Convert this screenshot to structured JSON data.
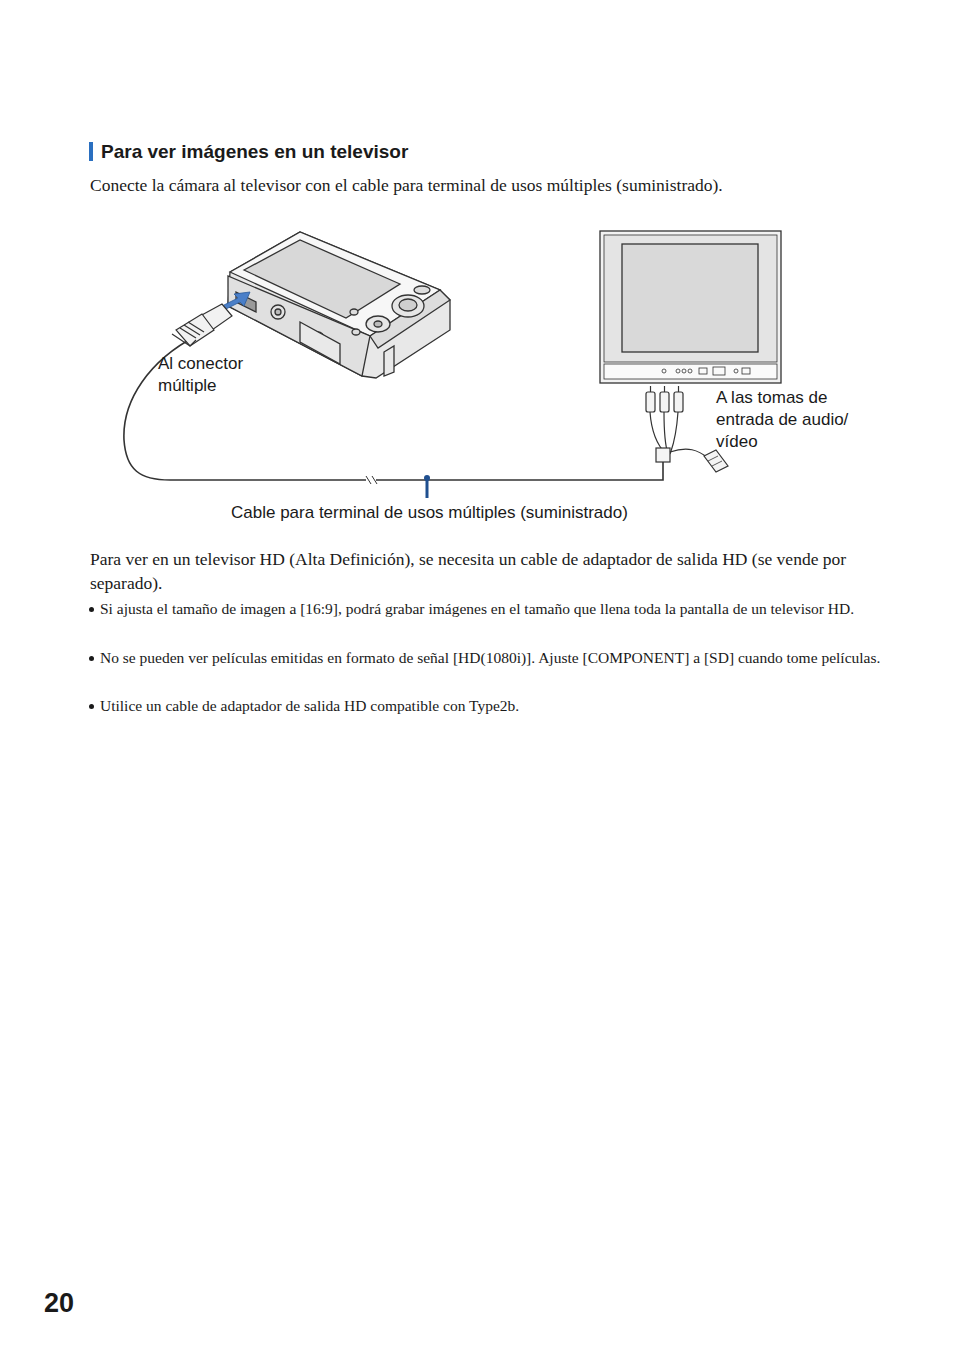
{
  "diagram": {
    "title": "Para ver imágenes en un televisor",
    "labels": [
      "Conecte la cámara al televisor con el cable para terminal de usos múltiples (suministrado).",
      "Al conector múltiple",
      "A las tomas de entrada de audio/ vídeo",
      "Cable para terminal de usos múltiples (suministrado)",
      "Para ver en un televisor HD (Alta Definición), se necesita un cable de adaptador de salida HD (se vende por separado).",
      "Si ajusta el tamaño de imagen a [16:9], podrá grabar imágenes en el tamaño que llena toda la pantalla de un televisor HD.",
      "No se pueden ver películas emitidas en formato de señal [HD(1080i)]. Ajuste [COMPONENT] a [SD] cuando tome películas.",
      "Utilice un cable de adaptador de salida HD compatible con Type2b.",
      "20"
    ]
  }
}
